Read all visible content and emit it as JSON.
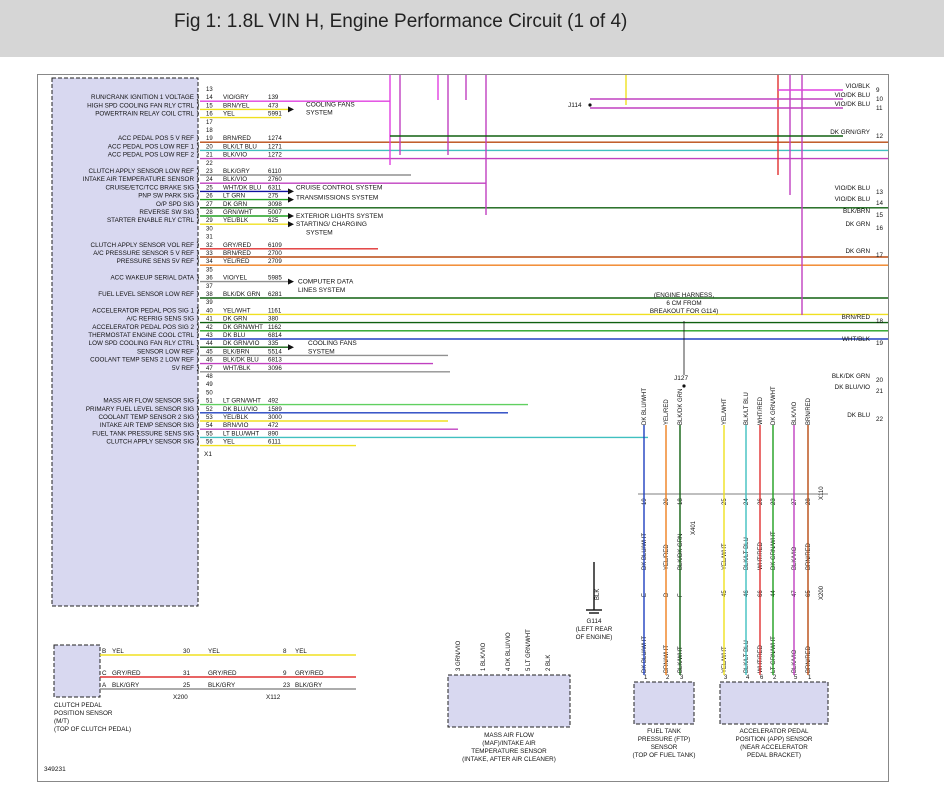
{
  "header": {
    "title": "Fig 1: 1.8L VIN H, Engine Performance Circuit (1 of 4)"
  },
  "colors": {
    "violet": "#c040c0",
    "magenta": "#e040e0",
    "brown": "#b84a10",
    "blue": "#2040c0",
    "dark_blue": "#1010a0",
    "yellow": "#f0e020",
    "green": "#20a020",
    "dark_green": "#106010",
    "light_green": "#60d060",
    "red": "#e03030",
    "orange": "#f08020",
    "gray": "#909090",
    "teal": "#40c0c0",
    "black": "#000000",
    "module_fill": "#d8d8f0"
  },
  "pcm": {
    "rows": [
      {
        "pin": "13",
        "label": "",
        "wire": "",
        "circuit": ""
      },
      {
        "pin": "14",
        "label": "RUN/CRANK IGNITION 1 VOLTAGE",
        "wire": "VIO/GRY",
        "circuit": "139"
      },
      {
        "pin": "15",
        "label": "HIGH SPD COOLING FAN RLY CTRL",
        "wire": "BRN/YEL",
        "circuit": "473"
      },
      {
        "pin": "16",
        "label": "POWERTRAIN RELAY COIL CTRL",
        "wire": "YEL",
        "circuit": "5991"
      },
      {
        "pin": "17",
        "label": "",
        "wire": "",
        "circuit": ""
      },
      {
        "pin": "18",
        "label": "",
        "wire": "",
        "circuit": ""
      },
      {
        "pin": "19",
        "label": "ACC PEDAL POS 5 V REF",
        "wire": "BRN/RED",
        "circuit": "1274"
      },
      {
        "pin": "20",
        "label": "ACC PEDAL POS LOW REF 1",
        "wire": "BLK/LT BLU",
        "circuit": "1271"
      },
      {
        "pin": "21",
        "label": "ACC PEDAL POS LOW REF 2",
        "wire": "BLK/VIO",
        "circuit": "1272"
      },
      {
        "pin": "22",
        "label": "",
        "wire": "",
        "circuit": ""
      },
      {
        "pin": "23",
        "label": "CLUTCH APPLY SENSOR LOW REF",
        "wire": "BLK/GRY",
        "circuit": "6110"
      },
      {
        "pin": "24",
        "label": "INTAKE AIR TEMPERATURE SENSOR",
        "wire": "BLK/VIO",
        "circuit": "2760"
      },
      {
        "pin": "25",
        "label": "CRUISE/ETC/TCC BRAKE SIG",
        "wire": "WHT/DK BLU",
        "circuit": "6311"
      },
      {
        "pin": "26",
        "label": "PNP SW PARK SIG",
        "wire": "LT GRN",
        "circuit": "275"
      },
      {
        "pin": "27",
        "label": "O/P SPD SIG",
        "wire": "DK GRN",
        "circuit": "3098"
      },
      {
        "pin": "28",
        "label": "REVERSE SW SIG",
        "wire": "GRN/WHT",
        "circuit": "5007"
      },
      {
        "pin": "29",
        "label": "STARTER ENABLE RLY CTRL",
        "wire": "YEL/BLK",
        "circuit": "625"
      },
      {
        "pin": "30",
        "label": "",
        "wire": "",
        "circuit": ""
      },
      {
        "pin": "31",
        "label": "",
        "wire": "",
        "circuit": ""
      },
      {
        "pin": "32",
        "label": "CLUTCH APPLY SENSOR VOL REF",
        "wire": "GRY/RED",
        "circuit": "6109"
      },
      {
        "pin": "33",
        "label": "A/C PRESSURE SENSOR 5 V REF",
        "wire": "BRN/RED",
        "circuit": "2700"
      },
      {
        "pin": "34",
        "label": "PRESSURE SENS 5V REF",
        "wire": "YEL/RED",
        "circuit": "2709"
      },
      {
        "pin": "35",
        "label": "",
        "wire": "",
        "circuit": ""
      },
      {
        "pin": "36",
        "label": "ACC WAKEUP SERIAL DATA",
        "wire": "VIO/YEL",
        "circuit": "5985"
      },
      {
        "pin": "37",
        "label": "",
        "wire": "",
        "circuit": ""
      },
      {
        "pin": "38",
        "label": "FUEL LEVEL SENSOR LOW REF",
        "wire": "BLK/DK GRN",
        "circuit": "6281"
      },
      {
        "pin": "39",
        "label": "",
        "wire": "",
        "circuit": ""
      },
      {
        "pin": "40",
        "label": "ACCELERATOR PEDAL POS SIG 1",
        "wire": "YEL/WHT",
        "circuit": "1161"
      },
      {
        "pin": "41",
        "label": "A/C REFRIG SENS SIG",
        "wire": "DK GRN",
        "circuit": "380"
      },
      {
        "pin": "42",
        "label": "ACCELERATOR PEDAL POS SIG 2",
        "wire": "DK GRN/WHT",
        "circuit": "1162"
      },
      {
        "pin": "43",
        "label": "THERMOSTAT ENGINE COOL CTRL",
        "wire": "DK BLU",
        "circuit": "6814"
      },
      {
        "pin": "44",
        "label": "LOW SPD COOLING FAN RLY CTRL",
        "wire": "DK GRN/VIO",
        "circuit": "335"
      },
      {
        "pin": "45",
        "label": "SENSOR LOW REF",
        "wire": "BLK/BRN",
        "circuit": "5514"
      },
      {
        "pin": "46",
        "label": "COOLANT TEMP SENS 2 LOW REF",
        "wire": "BLK/DK BLU",
        "circuit": "6813"
      },
      {
        "pin": "47",
        "label": "5V REF",
        "wire": "WHT/BLK",
        "circuit": "3096"
      },
      {
        "pin": "48",
        "label": "",
        "wire": "",
        "circuit": ""
      },
      {
        "pin": "49",
        "label": "",
        "wire": "",
        "circuit": ""
      },
      {
        "pin": "50",
        "label": "",
        "wire": "",
        "circuit": ""
      },
      {
        "pin": "51",
        "label": "MASS AIR FLOW SENSOR SIG",
        "wire": "LT GRN/WHT",
        "circuit": "492"
      },
      {
        "pin": "52",
        "label": "PRIMARY FUEL LEVEL SENSOR SIG",
        "wire": "DK BLU/VIO",
        "circuit": "1589"
      },
      {
        "pin": "53",
        "label": "COOLANT TEMP SENSOR 2 SIG",
        "wire": "YEL/BLK",
        "circuit": "3000"
      },
      {
        "pin": "54",
        "label": "INTAKE AIR TEMP SENSOR SIG",
        "wire": "BRN/VIO",
        "circuit": "472"
      },
      {
        "pin": "55",
        "label": "FUEL TANK PRESSURE SENS SIG",
        "wire": "LT BLU/WHT",
        "circuit": "890"
      },
      {
        "pin": "56",
        "label": "CLUTCH APPLY SENSOR SIG",
        "wire": "YEL",
        "circuit": "6111"
      }
    ],
    "connector_label": "X1"
  },
  "system_refs": {
    "cooling_fans_1": [
      "COOLING FANS",
      "SYSTEM"
    ],
    "cruise": "CRUISE CONTROL SYSTEM",
    "trans": "TRANSMISSIONS SYSTEM",
    "ext_lights": "EXTERIOR LIGHTS SYSTEM",
    "starting": [
      "STARTING/ CHARGING",
      "SYSTEM"
    ],
    "computer_data": [
      "COMPUTER DATA",
      "LINES SYSTEM"
    ],
    "cooling_fans_2": [
      "COOLING FANS",
      "SYSTEM"
    ]
  },
  "right_wires": [
    {
      "label": "VIO/BLK",
      "num": "9"
    },
    {
      "label": "VIO/DK BLU",
      "num": "10"
    },
    {
      "label": "VIO/DK BLU",
      "num": "11"
    },
    {
      "label": "DK GRN/GRY",
      "num": "12"
    },
    {
      "label": "VIO/DK BLU",
      "num": "13"
    },
    {
      "label": "VIO/DK BLU",
      "num": "14"
    },
    {
      "label": "BLK/BRN",
      "num": "15"
    },
    {
      "label": "DK GRN",
      "num": "16"
    },
    {
      "label": "DK GRN",
      "num": "17"
    },
    {
      "label": "BRN/RED",
      "num": "18"
    },
    {
      "label": "WHT/BLK",
      "num": "19"
    },
    {
      "label": "BLK/DK GRN",
      "num": "20"
    },
    {
      "label": "DK BLU/VIO",
      "num": "21"
    },
    {
      "label": "DK BLU",
      "num": "22"
    }
  ],
  "j114": "J114",
  "j127": "J127",
  "harness_note": [
    "(ENGINE HARNESS,",
    "6 CM FROM",
    "BREAKOUT FOR G114)"
  ],
  "g114": {
    "wire": "BLK",
    "label": "G114",
    "note": [
      "(LEFT REAR",
      "OF ENGINE)"
    ]
  },
  "x110": {
    "label": "X110",
    "pins": [
      {
        "wire": "DK BLU/WHT",
        "num": "19"
      },
      {
        "wire": "YEL/RED",
        "num": "20"
      },
      {
        "wire": "BLK/DK GRN",
        "num": "18"
      },
      {
        "wire": "YEL/WHT",
        "num": "25"
      },
      {
        "wire": "BLK/LT BLU",
        "num": "24"
      },
      {
        "wire": "WHT/RED",
        "num": "26"
      },
      {
        "wire": "DK GRN/WHT",
        "num": "23"
      },
      {
        "wire": "BLK/VIO",
        "num": "27"
      },
      {
        "wire": "BRN/RED",
        "num": "28"
      }
    ]
  },
  "x200": {
    "label": "X200",
    "pins": [
      {
        "wire": "YEL/WHT",
        "num": "45"
      },
      {
        "wire": "BLK/LT BLU",
        "num": "46"
      },
      {
        "wire": "WHT/RED",
        "num": "66"
      },
      {
        "wire": "DK GRN/WHT",
        "num": "44"
      },
      {
        "wire": "BLK/VIO",
        "num": "47"
      },
      {
        "wire": "BRN/RED",
        "num": "65"
      }
    ]
  },
  "x401": {
    "label": "X401",
    "pins": [
      {
        "wire": "DK BLU/WHT",
        "num": "E"
      },
      {
        "wire": "YEL/RED",
        "num": "D"
      },
      {
        "wire": "BLK/DK GRN",
        "num": "F"
      }
    ]
  },
  "fuel_tank_sensor": {
    "pins": [
      {
        "wire": "DK BLU/WHT",
        "num": "1"
      },
      {
        "wire": "BRN/WHT",
        "num": "2"
      },
      {
        "wire": "BLK/WHT",
        "num": "3"
      }
    ],
    "name": [
      "FUEL TANK",
      "PRESSURE (FTP)",
      "SENSOR",
      "(TOP OF FUEL TANK)"
    ]
  },
  "maf_sensor": {
    "pins": [
      {
        "wire": "GRN/VIO",
        "num": "3"
      },
      {
        "wire": "BLK/VIO",
        "num": "1"
      },
      {
        "wire": "DK BLU/VIO",
        "num": "4"
      },
      {
        "wire": "LT GRN/WHT",
        "num": "5"
      },
      {
        "wire": "BLK",
        "num": "2"
      }
    ],
    "name": [
      "MASS AIR FLOW",
      "(MAF)/INTAKE AIR",
      "TEMPERATURE SENSOR",
      "(INTAKE, AFTER AIR CLEANER)"
    ]
  },
  "app_sensor": {
    "pins": [
      {
        "wire": "YEL/WHT",
        "num": "3"
      },
      {
        "wire": "BLK/LT BLU",
        "num": "4"
      },
      {
        "wire": "WHT/RED",
        "num": "6"
      },
      {
        "wire": "LT GRN/WHT",
        "num": "2"
      },
      {
        "wire": "BLK/VIO",
        "num": "5"
      },
      {
        "wire": "BRN/RED",
        "num": "1"
      }
    ],
    "name": [
      "ACCELERATOR PEDAL",
      "POSITION (APP) SENSOR",
      "(NEAR ACCELERATOR",
      "PEDAL BRACKET)"
    ]
  },
  "clutch_sensor": {
    "pins": [
      {
        "pin": "B",
        "wire": "YEL"
      },
      {
        "pin": "C",
        "wire": "GRY/RED"
      },
      {
        "pin": "A",
        "wire": "BLK/GRY"
      }
    ],
    "x200_pins": [
      "30",
      "31",
      "25"
    ],
    "x200_wires": [
      "YEL",
      "GRY/RED",
      "BLK/GRY"
    ],
    "x112_pins": [
      "8",
      "9",
      "23"
    ],
    "x112_wires": [
      "YEL",
      "GRY/RED",
      "BLK/GRY"
    ],
    "x200_label": "X200",
    "x112_label": "X112",
    "name": [
      "CLUTCH PEDAL",
      "POSITION SENSOR",
      "(M/T)",
      "(TOP OF CLUTCH PEDAL)"
    ]
  },
  "figure_id": "349231"
}
